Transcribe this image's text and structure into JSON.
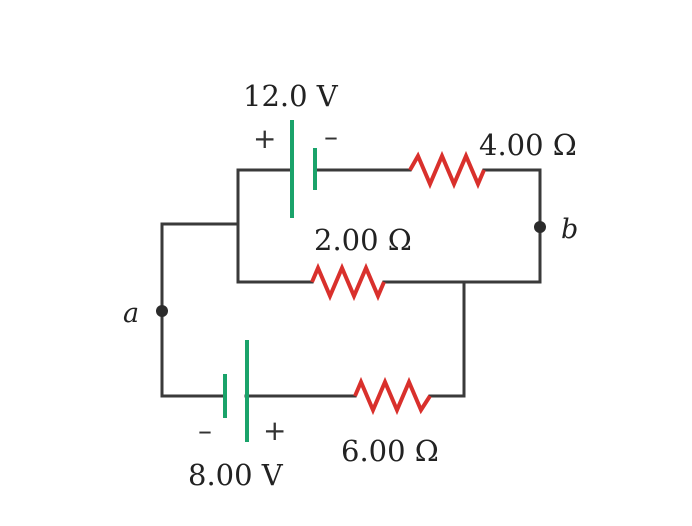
{
  "batteries": {
    "top": {
      "voltage": "12.0 V",
      "positive": "+",
      "negative": "–"
    },
    "bottom": {
      "voltage": "8.00 V",
      "positive": "+",
      "negative": "–"
    }
  },
  "resistors": {
    "top": "4.00 Ω",
    "middle": "2.00 Ω",
    "bottom": "6.00 Ω"
  },
  "nodes": {
    "a": "a",
    "b": "b"
  },
  "colors": {
    "wire": "#3a3a3a",
    "battery": "#1aa36a",
    "resistor": "#d9302c"
  }
}
